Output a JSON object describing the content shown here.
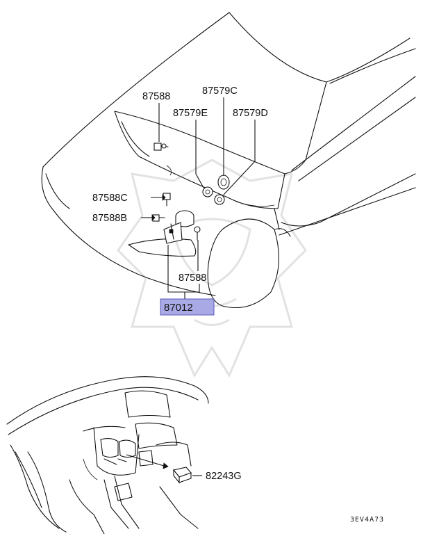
{
  "parts": {
    "p87588_top": "87588",
    "p87579C": "87579C",
    "p87579E": "87579E",
    "p87579D": "87579D",
    "p87588C": "87588C",
    "p87588B": "87588B",
    "p87588_bottom": "87588",
    "p87012": "87012",
    "p82243G": "82243G"
  },
  "diagram_code": "3EV4A73",
  "highlight_color": "#a9a9e6"
}
